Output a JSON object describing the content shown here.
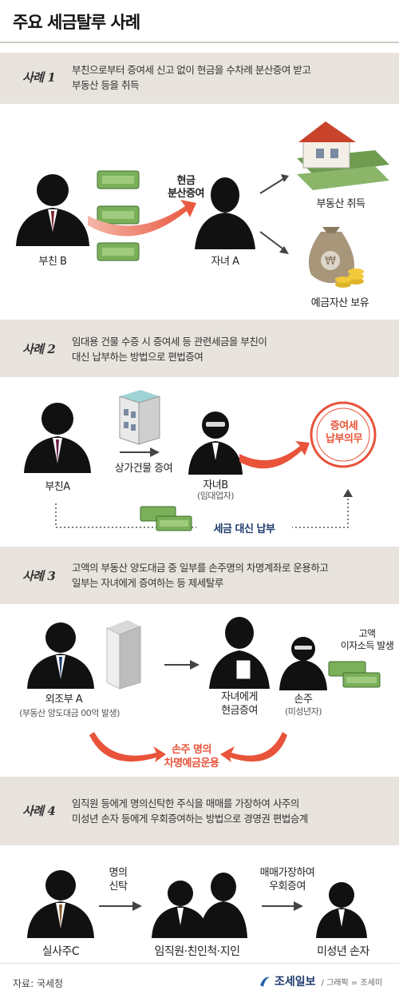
{
  "header": {
    "title": "주요 세금탈루 사례"
  },
  "case1": {
    "label": "사례 1",
    "desc_line1": "부친으로부터 증여세 신고 없이 현금을 수차례 분산증여 받고",
    "desc_line2": "부동산 등을 취득",
    "father": "부친 B",
    "arrow_text_1": "현금",
    "arrow_text_2": "분산증여",
    "child": "자녀 A",
    "result1": "부동산 취득",
    "result2": "예금자산 보유"
  },
  "case2": {
    "label": "사례 2",
    "desc_line1": "임대용 건물 수증 시 증여세 등 관련세금을 부친이",
    "desc_line2": "대신 납부하는 방법으로 편법증여",
    "father": "부친A",
    "building_gift": "상가건물 증여",
    "child": "자녀B",
    "child_sub": "(임대업자)",
    "stamp_1": "증여세",
    "stamp_2": "납부의무",
    "tax_paid": "세금 대신 납부"
  },
  "case3": {
    "label": "사례 3",
    "desc_line1": "고액의 부동산 양도대금 중 일부를 손주명의 차명계좌로 운용하고",
    "desc_line2": "일부는 자녀에게 증여하는 등 제세탈루",
    "grandfather": "외조부 A",
    "grandfather_sub": "(부동산 양도대금 00억 발생)",
    "child_1": "자녀에게",
    "child_2": "현금증여",
    "grandchild": "손주",
    "grandchild_sub": "(미성년자)",
    "interest_1": "고액",
    "interest_2": "이자소득 발생",
    "borrow_1": "손주 명의",
    "borrow_2": "차명예금운용"
  },
  "case4": {
    "label": "사례 4",
    "desc_line1": "임직원 등에게 명의신탁한 주식을 매매를 가장하여 사주의",
    "desc_line2": "미성년 손자 등에게 우회증여하는 방법으로 경영권 편법승계",
    "owner": "실사주C",
    "trust_1": "명의",
    "trust_2": "신탁",
    "employees": "임직원·친인척·지인",
    "fake_1": "매매가장하여",
    "fake_2": "우회증여",
    "grandson": "미성년 손자"
  },
  "footer": {
    "source": "자료: 국세청",
    "brand": "조세일보",
    "credit": "/ 그래픽 = 조세미"
  },
  "colors": {
    "band": "#e8e4dd",
    "accent_red": "#e8533a",
    "navy": "#1f3b6e",
    "money": "#6aa84f"
  }
}
